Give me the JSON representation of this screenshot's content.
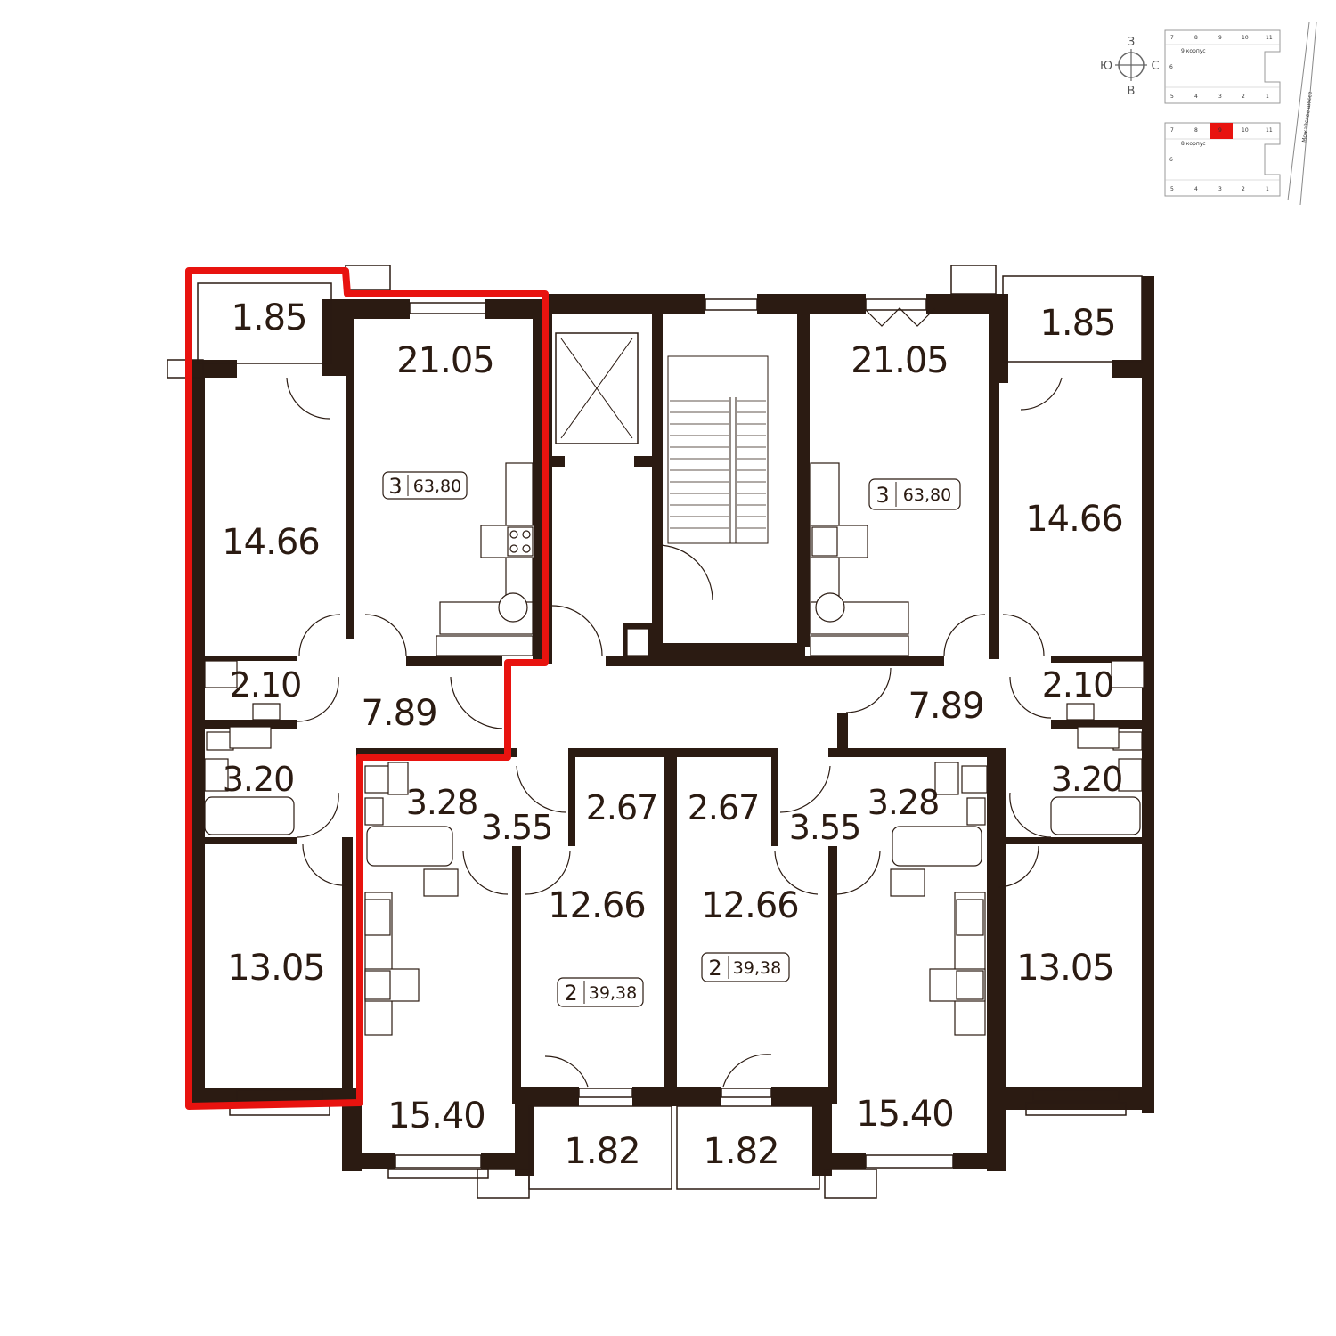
{
  "compass": {
    "north": "З",
    "south": "В",
    "west": "Ю",
    "east": "С"
  },
  "site_plan": {
    "road_label": "Можайское шоссе",
    "block_top": {
      "title": "9 корпус",
      "top_row": [
        "7",
        "8",
        "9",
        "10",
        "11"
      ],
      "middle": "6",
      "bottom_row": [
        "5",
        "4",
        "3",
        "2",
        "1"
      ]
    },
    "block_bottom": {
      "title": "8 корпус",
      "top_row": [
        "7",
        "8",
        "9",
        "10",
        "11"
      ],
      "middle": "6",
      "bottom_row": [
        "5",
        "4",
        "3",
        "2",
        "1"
      ],
      "highlighted_section": "9"
    }
  },
  "colors": {
    "wall": "#2b1b12",
    "highlight": "#e8130f"
  },
  "apartments": [
    {
      "id": "left-3room",
      "rooms": "3",
      "area": "63,80",
      "highlighted": true
    },
    {
      "id": "right-3room",
      "rooms": "3",
      "area": "63,80",
      "highlighted": false
    },
    {
      "id": "left-2room",
      "rooms": "2",
      "area": "39,38",
      "highlighted": false
    },
    {
      "id": "right-2room",
      "rooms": "2",
      "area": "39,38",
      "highlighted": false
    }
  ],
  "room_labels": {
    "l_balcony_top": "1.85",
    "l_kitchen": "21.05",
    "l_bedroom": "14.66",
    "l_wc": "2.10",
    "l_hall": "7.89",
    "l_bath": "3.20",
    "l_bedroom2": "13.05",
    "r_balcony_top": "1.85",
    "r_kitchen": "21.05",
    "r_bedroom": "14.66",
    "r_wc": "2.10",
    "r_hall": "7.89",
    "r_bath": "3.20",
    "r_bedroom2": "13.05",
    "c_l_bath": "3.28",
    "c_l_hall": "3.55",
    "c_l_store": "2.67",
    "c_l_room": "12.66",
    "c_l_kitchen": "15.40",
    "c_l_balcony": "1.82",
    "c_r_bath": "3.28",
    "c_r_hall": "3.55",
    "c_r_store": "2.67",
    "c_r_room": "12.66",
    "c_r_kitchen": "15.40",
    "c_r_balcony": "1.82"
  }
}
